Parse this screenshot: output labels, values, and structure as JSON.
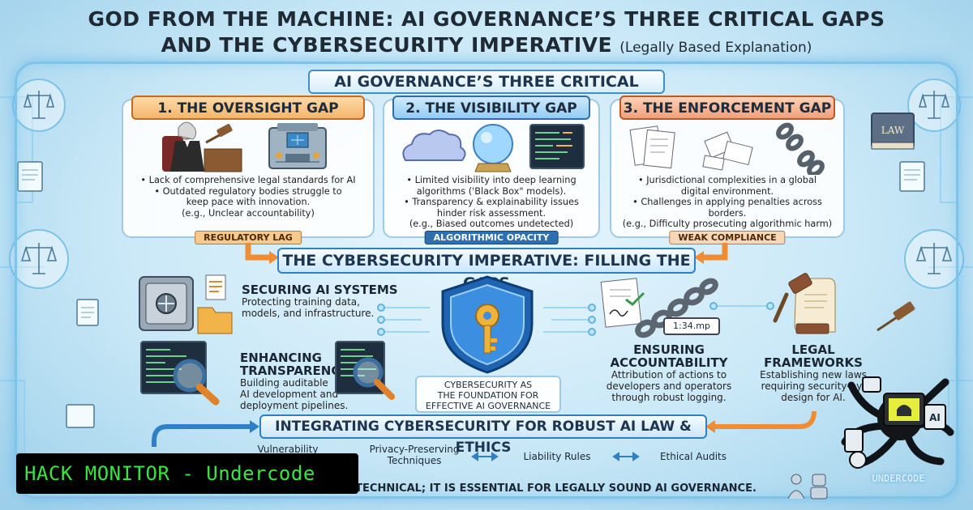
{
  "title": {
    "line1": "GOD FROM THE MACHINE: AI GOVERNANCE’S THREE CRITICAL GAPS",
    "line2": "AND THE CYBERSECURITY IMPERATIVE",
    "line2_sub": "(Legally Based Explanation)"
  },
  "gaps_section": {
    "banner": "AI GOVERNANCE’S THREE CRITICAL GAPS",
    "gaps": [
      {
        "heading": "1. THE OVERSIGHT GAP",
        "lines": [
          "• Lack of comprehensive legal standards for AI",
          "• Outdated regulatory bodies struggle to",
          "keep pace with innovation.",
          "(e.g., Unclear accountability)"
        ],
        "tag": "REGULATORY LAG"
      },
      {
        "heading": "2. THE VISIBILITY GAP",
        "lines": [
          "• Limited visibility into deep learning",
          "algorithms ('Black Box\" models).",
          "• Transparency & explainability issues",
          "hinder risk assessment.",
          "(e.g., Biased outcomes undetected)"
        ],
        "tag": "ALGORITHMIC OPACITY"
      },
      {
        "heading": "3. THE ENFORCEMENT GAP",
        "lines": [
          "• Jurisdictional complexities in a global",
          "digital environment.",
          "• Challenges in applying penalties across borders.",
          "(e.g., Difficulty prosecuting algorithmic harm)"
        ],
        "tag": "WEAK COMPLIANCE"
      }
    ]
  },
  "imperative": {
    "banner": "THE CYBERSECURITY IMPERATIVE: FILLING THE GAPS",
    "securing": {
      "title": "SECURING AI SYSTEMS",
      "text1": "Protecting training data,",
      "text2": "models, and infrastructure."
    },
    "transparency": {
      "title1": "ENHANCING",
      "title2": "TRANSPARENCY",
      "text1": "Building auditable",
      "text2": "AI development and",
      "text3": "deployment pipelines."
    },
    "shield_caption": {
      "line1": "CYBERSECURITY AS",
      "line2": "THE FOUNDATION FOR",
      "line3": "EFFECTIVE AI GOVERNANCE"
    },
    "accountability": {
      "title1": "ENSURING",
      "title2": "ACCOUNTABILITY",
      "text1": "Attribution of actions to",
      "text2": "developers and operators",
      "text3": "through robust logging.",
      "clock": "1:34.mp"
    },
    "legal": {
      "title1": "LEGAL",
      "title2": "FRAMEWORKS",
      "text1": "Establishing new laws",
      "text2": "requiring security-by-",
      "text3": "design for AI."
    }
  },
  "integrating": {
    "banner": "INTEGRATING CYBERSECURITY FOR ROBUST AI LAW & ETHICS",
    "items": [
      "Vulnerability",
      "Privacy-Preserving",
      "Techniques",
      "Liability Rules",
      "Ethical Audits"
    ],
    "conclusion": "JUST TECHNICAL; IT IS ESSENTIAL FOR LEGALLY SOUND AI GOVERNANCE."
  },
  "overlay": {
    "hack_monitor": "HACK MONITOR - Undercode",
    "brand": "UNDERCODE"
  },
  "law_book": "LAW",
  "colors": {
    "accent_blue": "#2f7fc2",
    "gap_orange": "#f4b66a",
    "gap_blue": "#93ccf3",
    "gap_red": "#f0a07a",
    "terminal_green": "#39e640"
  }
}
